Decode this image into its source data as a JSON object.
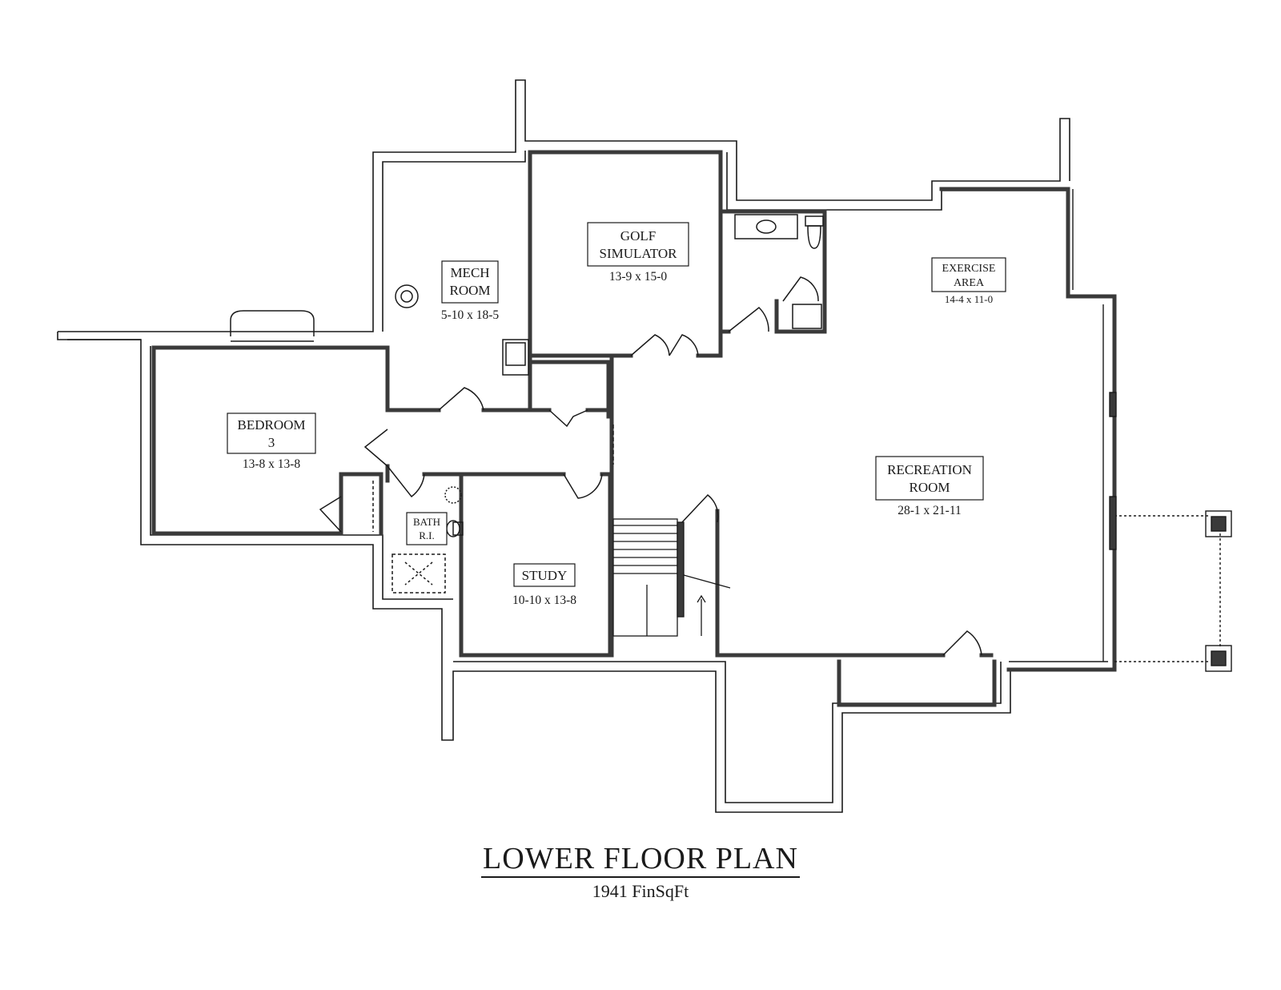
{
  "title": "LOWER FLOOR PLAN",
  "subtitle": "1941 FinSqFt",
  "rooms": {
    "golf": {
      "line1": "GOLF",
      "line2": "SIMULATOR",
      "dims": "13-9 x 15-0"
    },
    "mech": {
      "line1": "MECH",
      "line2": "ROOM",
      "dims": "5-10 x 18-5"
    },
    "exercise": {
      "line1": "EXERCISE",
      "line2": "AREA",
      "dims": "14-4 x 11-0"
    },
    "bedroom": {
      "line1": "BEDROOM",
      "line2": "3",
      "dims": "13-8 x 13-8"
    },
    "recreation": {
      "line1": "RECREATION",
      "line2": "ROOM",
      "dims": "28-1 x 21-11"
    },
    "bath": {
      "line1": "BATH",
      "line2": "R.I."
    },
    "study": {
      "line1": "STUDY",
      "dims": "10-10 x 13-8"
    }
  },
  "colors": {
    "line": "#1a1a1a",
    "wall_fill": "#ffffff",
    "interior_wall": "#4a4a4a",
    "dashed": "#555555"
  }
}
